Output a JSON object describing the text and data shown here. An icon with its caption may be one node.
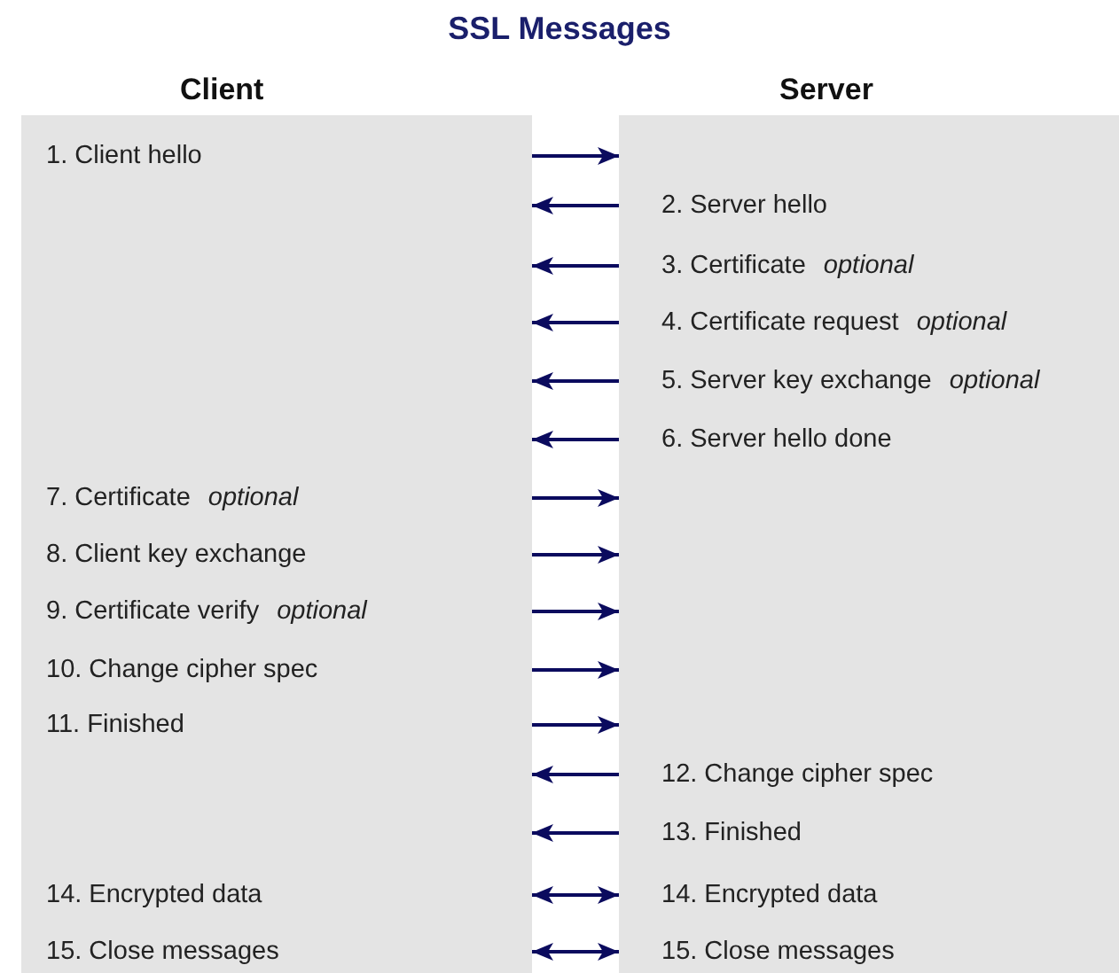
{
  "diagram": {
    "title": "SSL Messages",
    "nodes": [
      {
        "text": [
          "Client"
        ]
      },
      {
        "text": [
          "Server"
        ]
      },
      {
        "text": [
          "1. Client hello"
        ],
        "in": 0
      },
      {
        "text": [
          "2. Server hello"
        ],
        "in": 1
      },
      {
        "text": [
          "3. Certificate *optional*"
        ],
        "in": 1
      },
      {
        "text": [
          "4. Certificate request *optional*"
        ],
        "in": 1
      },
      {
        "text": [
          "5. Server key exchange *optional*"
        ],
        "in": 1
      },
      {
        "text": [
          "6. Server hello done"
        ],
        "in": 1
      },
      {
        "text": [
          "7. Certificate *optional*"
        ],
        "in": 0
      },
      {
        "text": [
          "8. Client key exchange"
        ],
        "in": 0
      },
      {
        "text": [
          "9. Certificate verify *optional*"
        ],
        "in": 0
      },
      {
        "text": [
          "10. Change cipher spec"
        ],
        "in": 0
      },
      {
        "text": [
          "11. Finished"
        ],
        "in": 0
      },
      {
        "text": [
          "12. Change cipher spec"
        ],
        "in": 1
      },
      {
        "text": [
          "13. Finished"
        ],
        "in": 1
      },
      {
        "text": [
          "14. Encrypted data"
        ],
        "in": 0
      },
      {
        "text": [
          "14. Encrypted data"
        ],
        "in": 1
      },
      {
        "text": [
          "15. Close messages"
        ],
        "in": 0
      },
      {
        "text": [
          "15. Close messages"
        ],
        "in": 1
      }
    ],
    "edges": [
      {
        "from": 0,
        "to": 1,
        "arrow": "to"
      },
      {
        "from": 1,
        "to": 0,
        "arrow": "to"
      },
      {
        "from": 1,
        "to": 0,
        "arrow": "to"
      },
      {
        "from": 1,
        "to": 0,
        "arrow": "to"
      },
      {
        "from": 1,
        "to": 0,
        "arrow": "to"
      },
      {
        "from": 1,
        "to": 0,
        "arrow": "to"
      },
      {
        "from": 0,
        "to": 1,
        "arrow": "to"
      },
      {
        "from": 0,
        "to": 1,
        "arrow": "to"
      },
      {
        "from": 0,
        "to": 1,
        "arrow": "to"
      },
      {
        "from": 0,
        "to": 1,
        "arrow": "to"
      },
      {
        "from": 0,
        "to": 1,
        "arrow": "to"
      },
      {
        "from": 1,
        "to": 0,
        "arrow": "to"
      },
      {
        "from": 1,
        "to": 0,
        "arrow": "to"
      },
      {
        "from": 0,
        "to": 1,
        "arrow": "both"
      },
      {
        "from": 0,
        "to": 1,
        "arrow": "both"
      }
    ]
  }
}
